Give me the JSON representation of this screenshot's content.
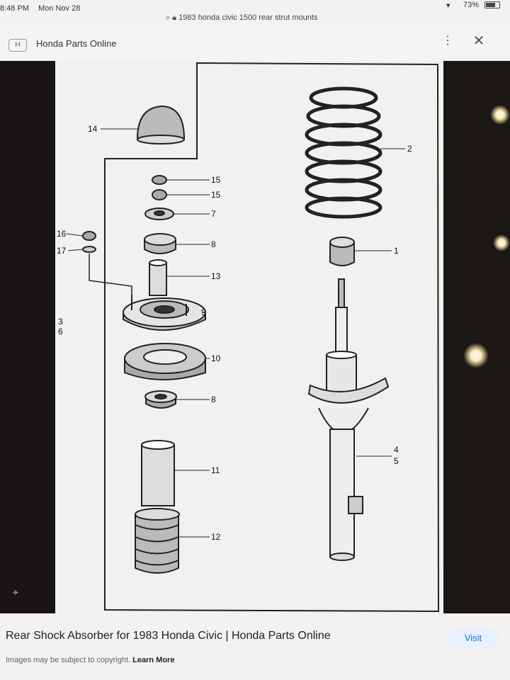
{
  "status_bar": {
    "time": "8:48 PM",
    "date": "Mon Nov 28",
    "battery": "73%"
  },
  "url_bar": {
    "url": "1983 honda civic 1500 rear strut mounts"
  },
  "header": {
    "site_name": "Honda Parts Online",
    "logo_text": "H"
  },
  "diagram": {
    "part_numbers": [
      "14",
      "15",
      "15",
      "7",
      "8",
      "13",
      "9",
      "10",
      "8",
      "11",
      "12",
      "16",
      "17",
      "3",
      "6",
      "2",
      "1",
      "4",
      "5"
    ]
  },
  "caption": {
    "title": "Rear Shock Absorber for 1983 Honda Civic | Honda Parts Online",
    "copyright": "Images may be subject to copyright.",
    "learn_more": "Learn More",
    "visit_label": "Visit"
  }
}
